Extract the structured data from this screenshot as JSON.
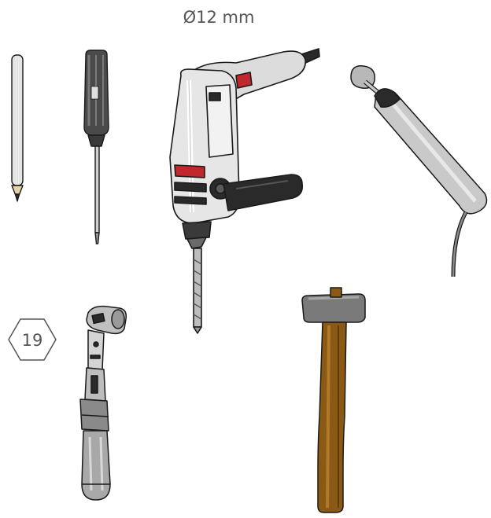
{
  "drill_bit_label": "Ø12 mm",
  "wrench_size_label": "19",
  "tools": [
    {
      "id": "pencil",
      "icon": "pencil-icon"
    },
    {
      "id": "screwdriver",
      "icon": "screwdriver-icon"
    },
    {
      "id": "hammer-drill",
      "icon": "hammer-drill-icon"
    },
    {
      "id": "blow-out-pump",
      "icon": "blow-out-pump-icon"
    },
    {
      "id": "torque-wrench",
      "icon": "torque-wrench-icon"
    },
    {
      "id": "hammer",
      "icon": "hammer-icon"
    }
  ],
  "colors": {
    "outline": "#1a1a1a",
    "metal": "#c9c9c9",
    "dark": "#2a2a2a",
    "accent_red": "#c0282d",
    "wood": "#8a5a14",
    "label": "#555555"
  }
}
